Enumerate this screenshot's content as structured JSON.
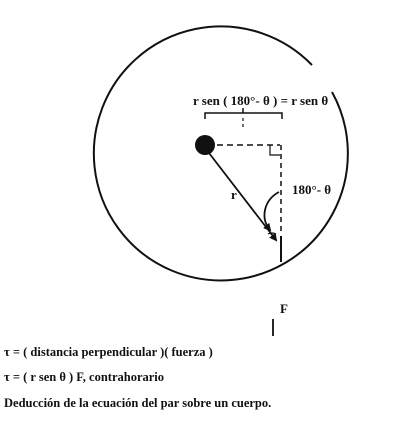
{
  "labels": {
    "perp_distance": "r sen ( 180°- θ ) = r sen θ",
    "angle": "180°- θ",
    "radius": "r",
    "force": "F"
  },
  "captions": {
    "line1": "τ  = ( distancia perpendicular )( fuerza )",
    "line2": "τ  = ( r sen θ )  F, contrahorario",
    "line3": "Deducción de la ecuación del par sobre un cuerpo."
  },
  "colors": {
    "ink": "#111111",
    "background": "#ffffff"
  }
}
